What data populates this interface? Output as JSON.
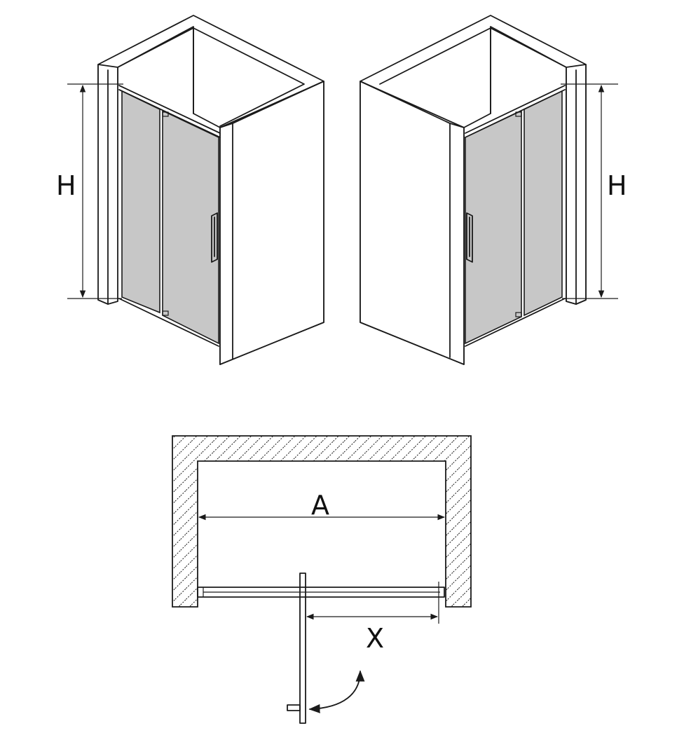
{
  "diagram": {
    "left_view": {
      "height_label": "H"
    },
    "right_view": {
      "height_label": "H"
    },
    "plan_view": {
      "width_label": "A",
      "opening_label": "X"
    }
  },
  "colors": {
    "line": "#1a1a1a",
    "glass": "#c7c7c7",
    "background": "#ffffff"
  }
}
